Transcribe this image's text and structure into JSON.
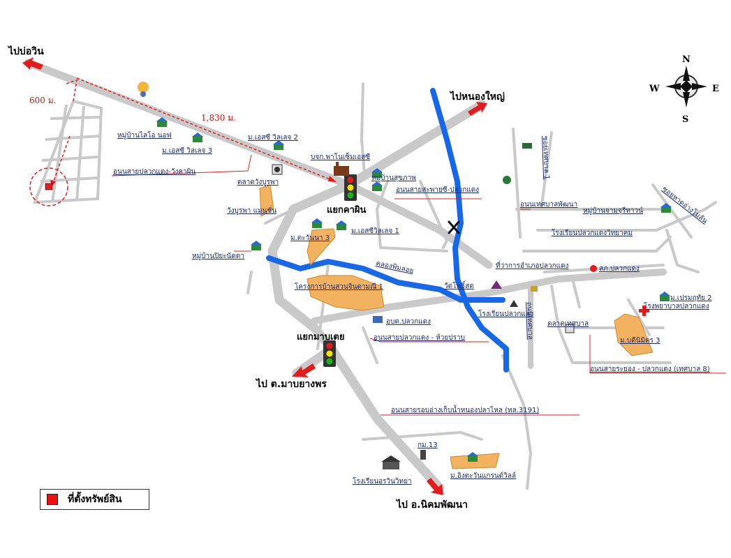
{
  "directions": {
    "to_bo_win": "ไปบ่อวิน",
    "to_nong_yai": "ไปหนองใหญ่",
    "to_map_yang_phon": "ไป ต.มาบยางพร",
    "to_nikhom_phatthana": "ไป อ.นิคมพัฒนา"
  },
  "distances": {
    "distance_600": "600 ม.",
    "distance_1830": "1,830 ม."
  },
  "intersections": {
    "yaek_khao_phin": "แยกคาผิน",
    "yaek_map_ka_doei": "แยกมาบเตย"
  },
  "places": {
    "lido_nov": "หมู่บ้านไลโอ นอฟ",
    "m_es_villa_3": "ม.เอสซี วิลเลจ 3",
    "m_es_villa_2": "ม.เอสซี วิลเลจ 2",
    "pluak_daeng_wang_khao_phin_rd": "อนนสายปลวกแดง-วังคาผิน",
    "wangburapha_market": "ตลาดวังบูรพา",
    "wangburapha_mansion": "วังบูรพา แมนชั่น",
    "bkk_phanowat": "บจก.พาโนเซ็มเอสซี",
    "ban_suk_phap": "หมู่บ้านสุขภาพ",
    "sapha_rd": "อนนสายสะพายซี-ปลวกแดง",
    "m_es_villa_1": "ม.เอสซีวิลเลจ 1",
    "m_tawanna_3": "ม.ตะวันนา 3",
    "ban_piya": "หมู่บ้านปิยะนัดดา",
    "suan_jintamani": "โครงการบ้านสวนจินดามณี 1",
    "wat_pho_sot": "วัดโพธิ์สด",
    "klong": "คลองพิมลอย",
    "obt_pluak_daeng": "อบต.ปลวกแดง",
    "pluak_daeng_huay_prab": "อนนสายปลวกแดง - ห้วยปราบ",
    "rong_rian_pluak_daeng": "โรงเรียนปลวกแดง",
    "thesaban_pattana": "อนนเทศบาลพัฒนา",
    "soi_thesaban_1": "ซอยเทศบาล 1",
    "ban_charoen": "หมู่บ้านจามจุรีทาวน์",
    "pluak_daeng_school_witthayakhom": "โรงเรียนปลวกแดงวิทยาคม",
    "amphoe_office": "ที่ว่าการอำเภอปลวกแดง",
    "police": "สภ.ปลวกแดง",
    "thesaban_rd": "ถนนเทศบาล",
    "m_premruthai_2": "ม.เปรมฤทัย 2",
    "hospital": "โรงพยาบาลปลวกแดง",
    "fresh_market": "ตลาดเทศบาล",
    "m_ditmon_3": "ม.บดีนิมิตร 3",
    "rayong_pluak_daeng_rd": "อนนสายระยอง - ปลวกแดง (เทศบาล 8)",
    "nong_pla_lai_rd": "อนนสายรอบอ่างเก็บน้ำหนองปลาไหล (ทล.3191)",
    "km13": "กม.13",
    "school_bottom": "โรงเรียนอรวินวิทยา",
    "m_ingtawan": "ม.อิงตะวันแกรนด์วิลล์",
    "soi_1": "ซอยหาดอ่างโมลัน"
  },
  "compass": {
    "n": "N",
    "s": "S",
    "e": "E",
    "w": "W"
  },
  "legend": {
    "property_location": "ที่ตั้งทรัพย์สิน"
  },
  "colors": {
    "road": "#c9c9c9",
    "river": "#1668e8",
    "property": "#e41b1b",
    "project_fill": "#f3b260",
    "arrow": "#e41b1b",
    "label_text": "#1a2a6b"
  }
}
